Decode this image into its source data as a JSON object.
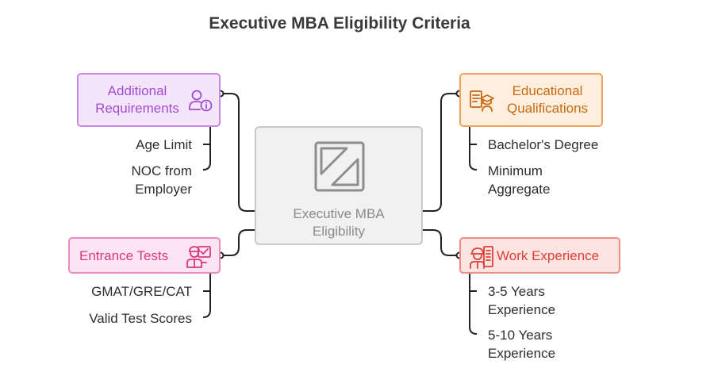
{
  "title": "Executive MBA Eligibility Criteria",
  "center": {
    "label_line1": "Executive MBA",
    "label_line2": "Eligibility",
    "icon": "diagonal-split-square-icon"
  },
  "branches": {
    "additional": {
      "label_line1": "Additional",
      "label_line2": "Requirements",
      "icon": "person-info-icon",
      "color": "#a44bd2",
      "items": [
        {
          "line1": "Age Limit",
          "line2": ""
        },
        {
          "line1": "NOC from",
          "line2": "Employer"
        }
      ]
    },
    "entrance": {
      "label": "Entrance Tests",
      "icon": "test-taker-icon",
      "color": "#d6397f",
      "items": [
        {
          "line1": "GMAT/GRE/CAT",
          "line2": ""
        },
        {
          "line1": "Valid Test Scores",
          "line2": ""
        }
      ]
    },
    "education": {
      "label_line1": "Educational",
      "label_line2": "Qualifications",
      "icon": "graduate-certificate-icon",
      "color": "#c86a14",
      "items": [
        {
          "line1": "Bachelor's Degree",
          "line2": ""
        },
        {
          "line1": "Minimum",
          "line2": "Aggregate"
        }
      ]
    },
    "work": {
      "label": "Work Experience",
      "icon": "worker-office-icon",
      "color": "#d94237",
      "items": [
        {
          "line1": "3-5 Years",
          "line2": "Experience"
        },
        {
          "line1": "5-10 Years",
          "line2": "Experience"
        }
      ]
    }
  }
}
